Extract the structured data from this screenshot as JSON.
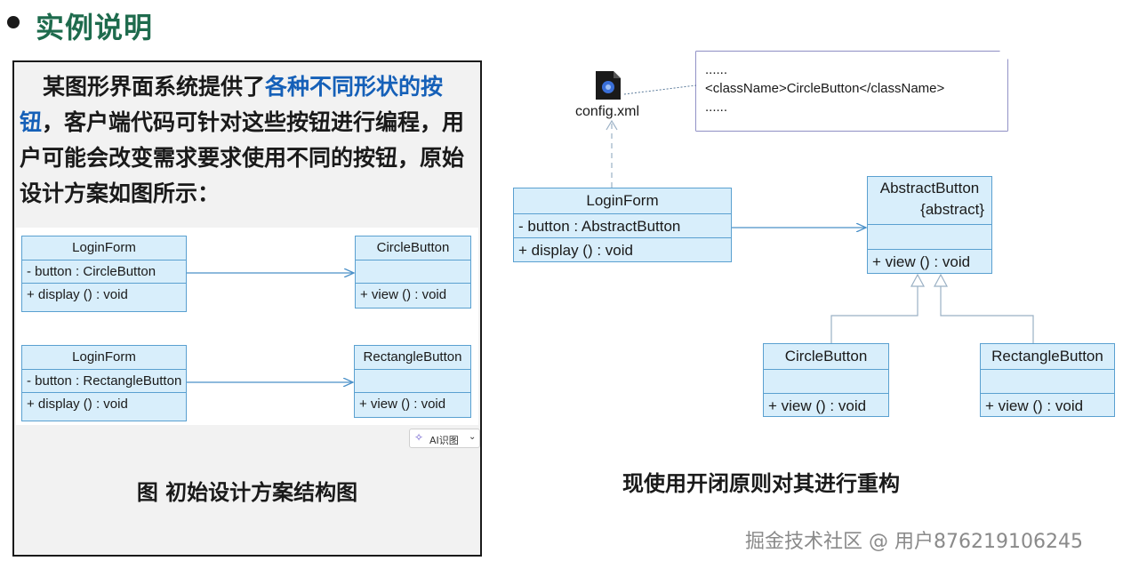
{
  "slide_title": "实例说明",
  "description": {
    "part1": "某图形界面系统提供了",
    "highlight1": "各种不同形状的",
    "highlight2": "按钮",
    "part2": "，客户端代码可针对这些按钮进行编程，用户可能会改变需求要求使用不同的按钮，原始设计方案如图所示："
  },
  "initial_diagram": {
    "top": {
      "client": {
        "name": "LoginForm",
        "attribute": "- button : CircleButton",
        "operation": "+ display () : void"
      },
      "target": {
        "name": "CircleButton",
        "attribute": "",
        "operation": "+ view () : void"
      }
    },
    "bottom": {
      "client": {
        "name": "LoginForm",
        "attribute": "- button : RectangleButton",
        "operation": "+ display () : void"
      },
      "target": {
        "name": "RectangleButton",
        "attribute": "",
        "operation": "+ view () : void"
      }
    }
  },
  "ai_widget": {
    "label": "AI识图",
    "icon": "sparkle-icon",
    "chevron": "⌄"
  },
  "initial_caption": "图 初始设计方案结构图",
  "refactored_diagram": {
    "config_file": {
      "label": "config.xml",
      "icon": "xml-file-icon"
    },
    "note_lines": [
      "......",
      "<className>CircleButton</className>",
      "......"
    ],
    "login_form": {
      "name": "LoginForm",
      "attribute": "- button : AbstractButton",
      "operation": "+ display () : void"
    },
    "abstract_button": {
      "name": "AbstractButton",
      "stereotype": "{abstract}",
      "attribute": "",
      "operation": "+ view () : void"
    },
    "circle_button": {
      "name": "CircleButton",
      "attribute": "",
      "operation": "+ view () : void"
    },
    "rectangle_button": {
      "name": "RectangleButton",
      "attribute": "",
      "operation": "+ view () : void"
    }
  },
  "refactor_caption": "现使用开闭原则对其进行重构",
  "watermark": "掘金技术社区 @ 用户876219106245",
  "colors": {
    "class_fill": "#d8eefb",
    "class_border": "#5aa0d0",
    "arrow": "#4a90c8",
    "title": "#1e6b4d",
    "highlight": "#1560b8"
  }
}
